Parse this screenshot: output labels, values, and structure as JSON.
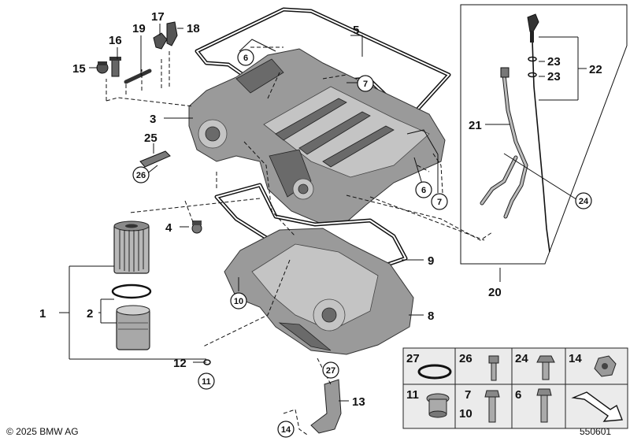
{
  "labels": {
    "l1": "1",
    "l2": "2",
    "l3": "3",
    "l4": "4",
    "l5": "5",
    "l8": "8",
    "l9": "9",
    "l12": "12",
    "l13": "13",
    "l15": "15",
    "l16": "16",
    "l17": "17",
    "l18": "18",
    "l19": "19",
    "l20": "20",
    "l21": "21",
    "l22": "22",
    "l23a": "23",
    "l23b": "23",
    "l25": "25"
  },
  "callouts": {
    "c6a": "6",
    "c6b": "6",
    "c7a": "7",
    "c7b": "7",
    "c10": "10",
    "c11": "11",
    "c14": "14",
    "c24": "24",
    "c26": "26",
    "c27": "27"
  },
  "parts_table": {
    "cells": [
      "27",
      "26",
      "24",
      "14",
      "11",
      "7",
      "10",
      "6"
    ]
  },
  "footer": {
    "copyright": "© 2025 BMW AG",
    "diagram_id": "550601"
  }
}
